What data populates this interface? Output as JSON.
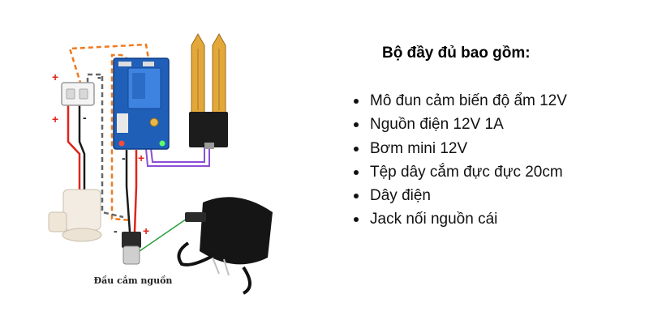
{
  "diagram": {
    "connector_caption": "Đầu cắm nguồn",
    "polarity_plus": "+",
    "polarity_minus": "-",
    "colors": {
      "red_wire": "#e0241b",
      "black_wire": "#1a1a1a",
      "orange_dashed": "#f07a1e",
      "gray_dashed": "#666666",
      "purple_wire": "#8a4fd6",
      "green_line": "#2aa040",
      "relay_board": "#1f5fb8",
      "sensor_pcb": "#e4a83a"
    }
  },
  "kit": {
    "title": "Bộ đầy đủ bao gồm:",
    "items": [
      "Mô đun cảm biến độ ẩm 12V",
      "Nguồn điện 12V 1A",
      "Bơm mini 12V",
      "Tệp dây cắm đực đực 20cm",
      "Dây điện",
      "Jack nối nguồn cái"
    ]
  }
}
